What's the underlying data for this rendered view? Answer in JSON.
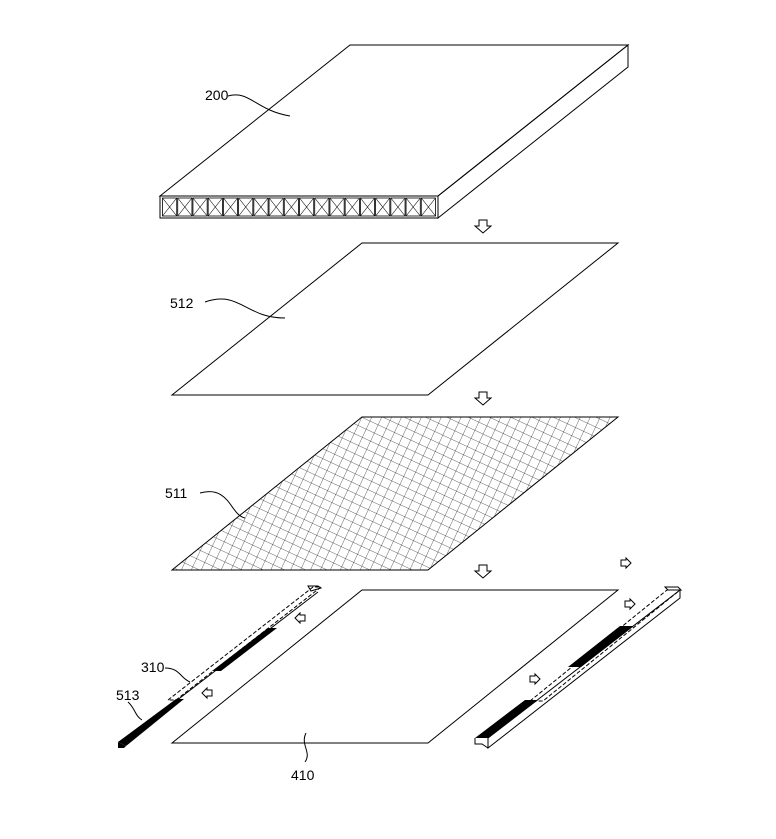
{
  "figure": {
    "labels": {
      "panel_200": "200",
      "sheet_512": "512",
      "mesh_511": "511",
      "rail_513": "513",
      "rail_310": "310",
      "panel_410": "410"
    },
    "core_cells": 18,
    "colors": {
      "line": "#000000",
      "fill_black": "#000000",
      "background": "#ffffff"
    }
  }
}
